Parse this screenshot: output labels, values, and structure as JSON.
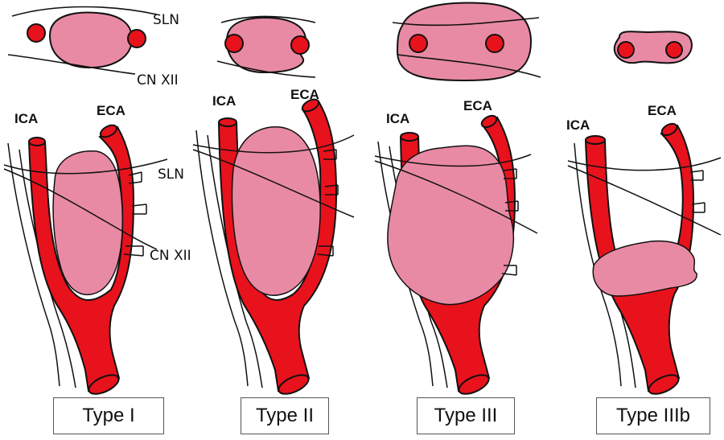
{
  "colors": {
    "vessel": "#e8121c",
    "tumor": "#e98aa4",
    "outline": "#111111",
    "background": "#ffffff"
  },
  "labels": {
    "sln": "SLN",
    "cn_xii": "CN XII",
    "ica": "ICA",
    "eca": "ECA"
  },
  "panels": [
    {
      "id": "type-1",
      "title": "Type I"
    },
    {
      "id": "type-2",
      "title": "Type II"
    },
    {
      "id": "type-3",
      "title": "Type III"
    },
    {
      "id": "type-3b",
      "title": "Type IIIb"
    }
  ]
}
